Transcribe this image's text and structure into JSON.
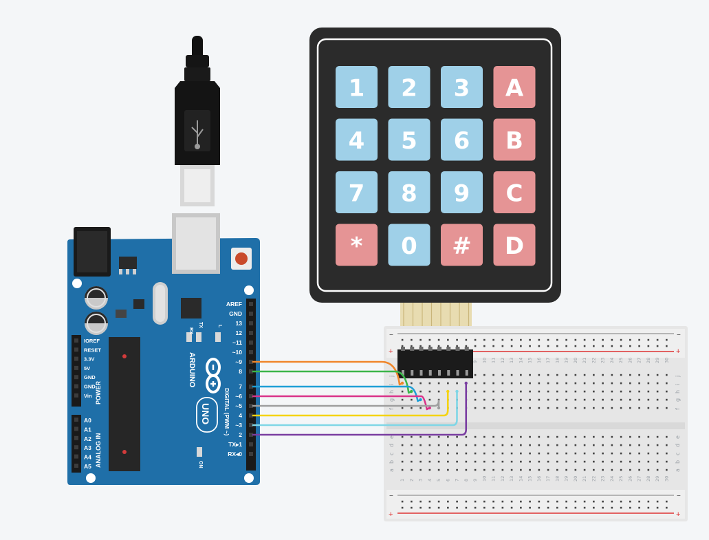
{
  "keypad": {
    "rows": [
      [
        "1",
        "2",
        "3",
        "A"
      ],
      [
        "4",
        "5",
        "6",
        "B"
      ],
      [
        "7",
        "8",
        "9",
        "C"
      ],
      [
        "*",
        "0",
        "#",
        "D"
      ]
    ],
    "colors": {
      "body": "#2b2b2b",
      "digit_key": "#9fd0e8",
      "letter_key": "#e59495"
    }
  },
  "arduino": {
    "brand": "ARDUINO",
    "model": "UNO",
    "digital_section": "DIGITAL (PWM ~)",
    "power_section": "POWER",
    "analog_section": "ANALOG IN",
    "on_label": "ON",
    "rx_label": "RX",
    "tx_label": "TX",
    "l_label": "L",
    "digital_pins": [
      "AREF",
      "GND",
      "13",
      "12",
      "~11",
      "~10",
      "~9",
      "8",
      "7",
      "~6",
      "~5",
      "4",
      "~3",
      "2",
      "TX▸1",
      "RX◂0"
    ],
    "power_pins": [
      "IOREF",
      "RESET",
      "3.3V",
      "5V",
      "GND",
      "GND",
      "Vin"
    ],
    "analog_pins": [
      "A0",
      "A1",
      "A2",
      "A3",
      "A4",
      "A5"
    ],
    "colors": {
      "board": "#1f6fa8"
    }
  },
  "breadboard": {
    "columns": [
      "1",
      "2",
      "3",
      "4",
      "5",
      "6",
      "7",
      "8",
      "9",
      "10",
      "11",
      "12",
      "13",
      "14",
      "15",
      "16",
      "17",
      "18",
      "19",
      "20",
      "21",
      "22",
      "23",
      "24",
      "25",
      "26",
      "27",
      "28",
      "29",
      "30"
    ],
    "top_rows": [
      "j",
      "i",
      "h",
      "g",
      "f"
    ],
    "bottom_rows": [
      "e",
      "d",
      "c",
      "b",
      "a"
    ],
    "rail_minus": "−",
    "rail_plus": "+"
  },
  "wires": [
    {
      "pin": "~9",
      "color": "#f0862a"
    },
    {
      "pin": "8",
      "color": "#3bb54a"
    },
    {
      "pin": "7",
      "color": "#1e9fd6"
    },
    {
      "pin": "~6",
      "color": "#d9338a"
    },
    {
      "pin": "~5",
      "color": "#9e9e9e"
    },
    {
      "pin": "4",
      "color": "#f5d311"
    },
    {
      "pin": "~3",
      "color": "#7fd6e6"
    },
    {
      "pin": "2",
      "color": "#7a3ea1"
    }
  ]
}
